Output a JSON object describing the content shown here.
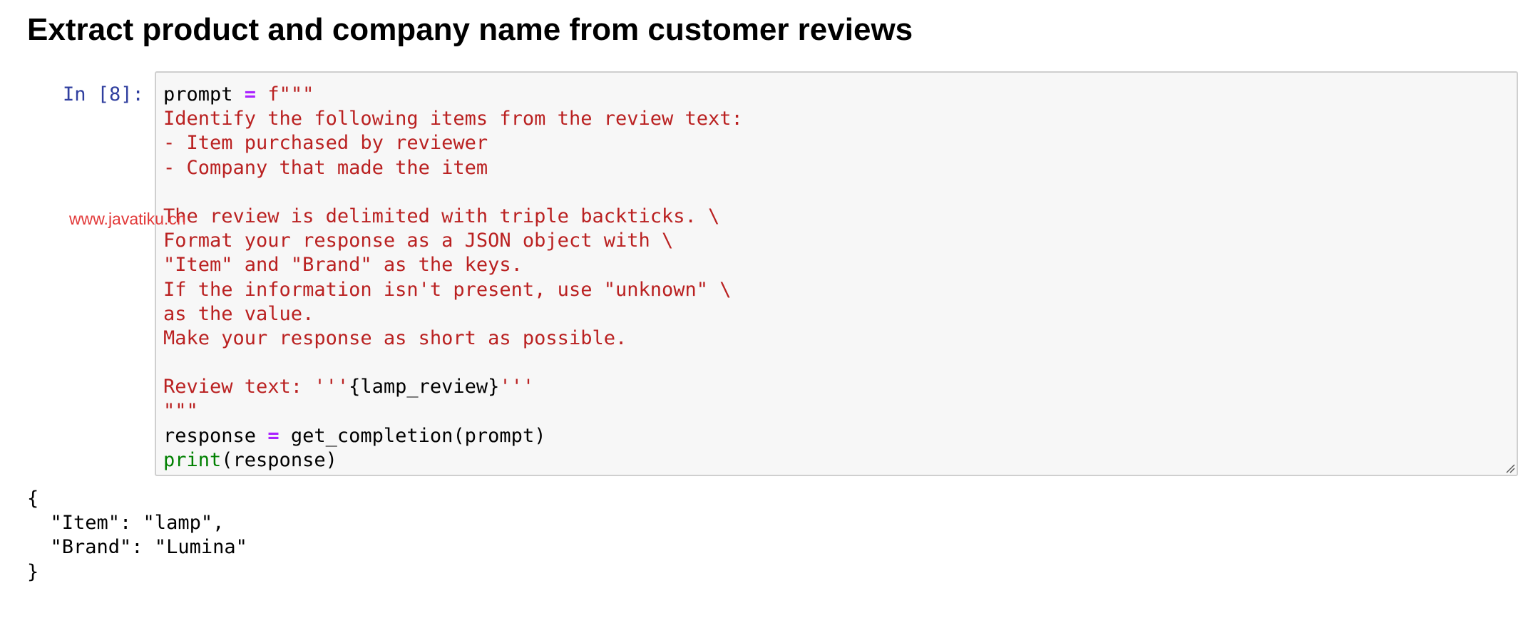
{
  "heading": "Extract product and company name from customer reviews",
  "cell": {
    "prompt_label": "In [8]:",
    "code": [
      {
        "tokens": [
          {
            "text": "prompt ",
            "cls": "tok-plain"
          },
          {
            "text": "=",
            "cls": "tok-op"
          },
          {
            "text": " f\"\"\"",
            "cls": "tok-str"
          }
        ]
      },
      {
        "tokens": [
          {
            "text": "Identify the following items from the review text:",
            "cls": "tok-str"
          }
        ]
      },
      {
        "tokens": [
          {
            "text": "- Item purchased by reviewer",
            "cls": "tok-str"
          }
        ]
      },
      {
        "tokens": [
          {
            "text": "- Company that made the item",
            "cls": "tok-str"
          }
        ]
      },
      {
        "tokens": [
          {
            "text": "",
            "cls": "tok-str"
          }
        ]
      },
      {
        "tokens": [
          {
            "text": "The review is delimited with triple backticks. \\",
            "cls": "tok-str"
          }
        ]
      },
      {
        "tokens": [
          {
            "text": "Format your response as a JSON object with \\",
            "cls": "tok-str"
          }
        ]
      },
      {
        "tokens": [
          {
            "text": "\"Item\" and \"Brand\" as the keys.",
            "cls": "tok-str"
          }
        ]
      },
      {
        "tokens": [
          {
            "text": "If the information isn't present, use \"unknown\" \\",
            "cls": "tok-str"
          }
        ]
      },
      {
        "tokens": [
          {
            "text": "as the value.",
            "cls": "tok-str"
          }
        ]
      },
      {
        "tokens": [
          {
            "text": "Make your response as short as possible.",
            "cls": "tok-str"
          }
        ]
      },
      {
        "tokens": [
          {
            "text": "",
            "cls": "tok-str"
          }
        ]
      },
      {
        "tokens": [
          {
            "text": "Review text: '''",
            "cls": "tok-str"
          },
          {
            "text": "{lamp_review}",
            "cls": "tok-plain"
          },
          {
            "text": "'''",
            "cls": "tok-str"
          }
        ]
      },
      {
        "tokens": [
          {
            "text": "\"\"\"",
            "cls": "tok-str"
          }
        ]
      },
      {
        "tokens": [
          {
            "text": "response ",
            "cls": "tok-plain"
          },
          {
            "text": "=",
            "cls": "tok-op"
          },
          {
            "text": " get_completion(prompt)",
            "cls": "tok-plain"
          }
        ]
      },
      {
        "tokens": [
          {
            "text": "print",
            "cls": "tok-builtin"
          },
          {
            "text": "(response)",
            "cls": "tok-plain"
          }
        ]
      }
    ]
  },
  "watermark": "www.javatiku.cn",
  "output": {
    "lines": [
      "{",
      "  \"Item\": \"lamp\",",
      "  \"Brand\": \"Lumina\"",
      "}"
    ]
  },
  "colors": {
    "string": "#ba2121",
    "operator": "#aa22ff",
    "builtin": "#008000",
    "prompt_label": "#303f9f",
    "cell_background": "#f7f7f7",
    "cell_border": "#cfcfcf",
    "watermark": "#e23a3a"
  }
}
